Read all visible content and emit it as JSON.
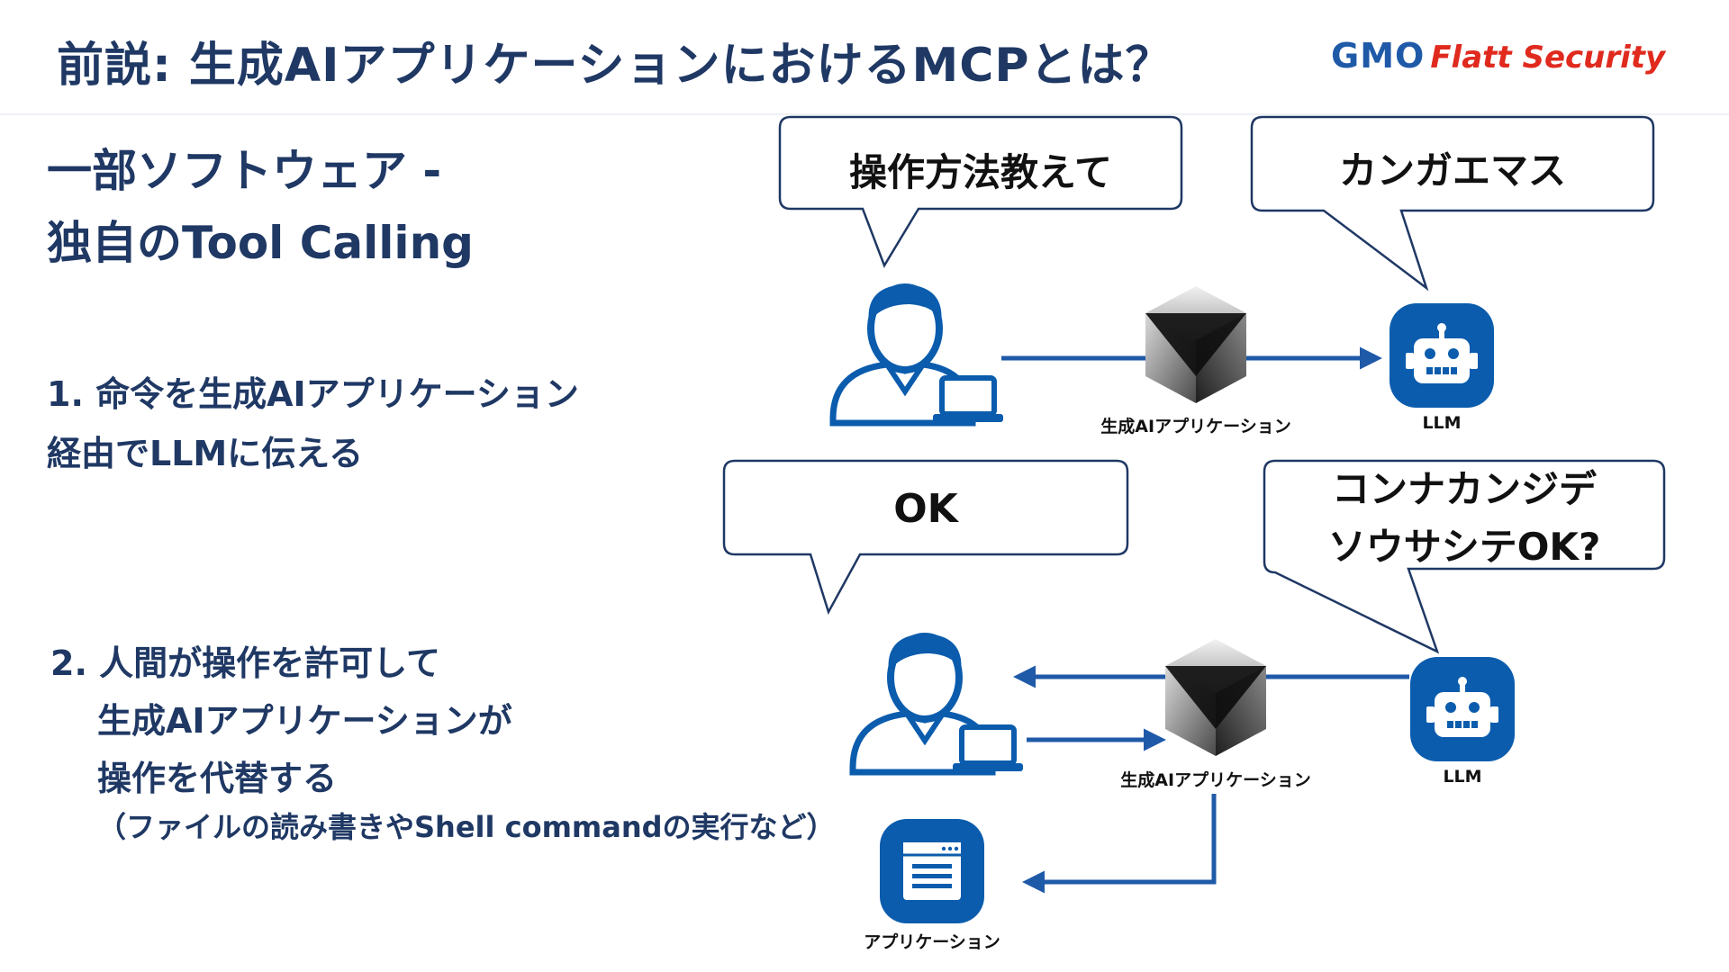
{
  "header": {
    "title": "前説: 生成AIアプリケーションにおけるMCPとは？",
    "logo_gmo": "GMO",
    "logo_flatt": "Flatt Security"
  },
  "left": {
    "heading_line1": "一部ソフトウェア -",
    "heading_line2": "独自のTool Calling",
    "step1_line1": "1. 命令を生成AIアプリケーション",
    "step1_line2": "経由でLLMに伝える",
    "step2_line1": "2. 人間が操作を許可して",
    "step2_line2": "生成AIアプリケーションが",
    "step2_line3": "操作を代替する",
    "step2_note": "（ファイルの読み書きやShell commandの実行など）"
  },
  "diagram1": {
    "user_bubble": "操作方法教えて",
    "llm_bubble": "カンガエマス",
    "app_label": "生成AIアプリケーション",
    "llm_label": "LLM"
  },
  "diagram2": {
    "user_bubble": "OK",
    "llm_bubble_line1": "コンナカンジデ",
    "llm_bubble_line2": "ソウサシテOK?",
    "app_label": "生成AIアプリケーション",
    "llm_label": "LLM",
    "target_label": "アプリケーション"
  },
  "colors": {
    "navy": "#1f3864",
    "accent_blue": "#1f5aa8",
    "icon_blue": "#0b5cad",
    "logo_red": "#e02a1e"
  }
}
